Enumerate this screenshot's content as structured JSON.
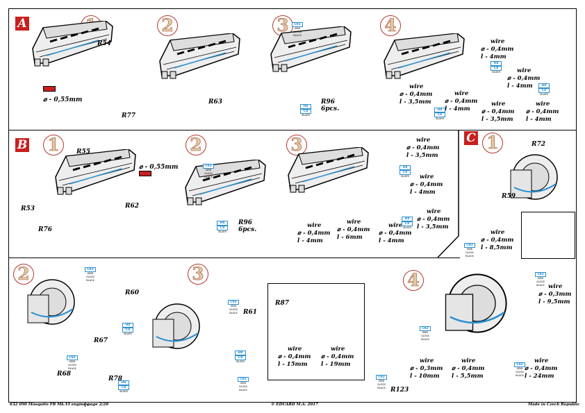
{
  "sections": {
    "A": "A",
    "B": "B",
    "C": "C"
  },
  "steps": {
    "a1": "1",
    "a2": "2",
    "a3": "3",
    "a4": "4",
    "b1": "1",
    "b2": "2",
    "b3": "3",
    "c1": "1",
    "d2": "2",
    "d3": "3",
    "d4": "4"
  },
  "parts": {
    "R54": "R54",
    "R77": "R77",
    "R63": "R63",
    "R96a": "R96",
    "R96a_qty": "6pcs.",
    "R55": "R55",
    "R62": "R62",
    "R53": "R53",
    "R76": "R76",
    "R96b": "R96",
    "R96b_qty": "6pcs.",
    "R72": "R72",
    "R59": "R59",
    "R60": "R60",
    "R67": "R67",
    "R68": "R68",
    "R61": "R61",
    "R78": "R78",
    "R87": "R87",
    "R123": "R123"
  },
  "diameters": {
    "a1": "⌀ - 0,55mm",
    "b1": "⌀ - 0,55mm"
  },
  "wires": [
    {
      "t": "wire",
      "d": "⌀ - 0,4mm",
      "l": "l - 3,5mm"
    },
    {
      "t": "wire",
      "d": "⌀ - 0,4mm",
      "l": "l - 4mm"
    },
    {
      "t": "wire",
      "d": "⌀ - 0,4mm",
      "l": "l - 4mm"
    },
    {
      "t": "wire",
      "d": "⌀ - 0,4mm",
      "l": "l - 4mm"
    },
    {
      "t": "wire",
      "d": "⌀ - 0,4mm",
      "l": "l - 3,5mm"
    },
    {
      "t": "wire",
      "d": "⌀ - 0,4mm",
      "l": "l - 4mm"
    },
    {
      "t": "wire",
      "d": "⌀ - 0,4mm",
      "l": "l - 3,5mm"
    },
    {
      "t": "wire",
      "d": "⌀ - 0,4mm",
      "l": "l - 4mm"
    },
    {
      "t": "wire",
      "d": "⌀ - 0,4mm",
      "l": "l - 3,5mm"
    },
    {
      "t": "wire",
      "d": "⌀ - 0,4mm",
      "l": "l - 4mm"
    },
    {
      "t": "wire",
      "d": "⌀ - 0,4mm",
      "l": "l - 6mm"
    },
    {
      "t": "wire",
      "d": "⌀ - 0,4mm",
      "l": "l - 4mm"
    },
    {
      "t": "wire",
      "d": "⌀ - 0,4mm",
      "l": "l - 15mm"
    },
    {
      "t": "wire",
      "d": "⌀ - 0,4mm",
      "l": "l - 19mm"
    },
    {
      "t": "wire",
      "d": "⌀ - 0,4mm",
      "l": "l - 8,5mm"
    },
    {
      "t": "wire",
      "d": "⌀ - 0,3mm",
      "l": "l - 9,5mm"
    },
    {
      "t": "wire",
      "d": "⌀ - 0,3mm",
      "l": "l - 10mm"
    },
    {
      "t": "wire",
      "d": "⌀ - 0,4mm",
      "l": "l - 5,5mm"
    },
    {
      "t": "wire",
      "d": "⌀ - 0,4mm",
      "l": "l - 24mm"
    }
  ],
  "color_tags": {
    "silver": {
      "code1": "H8",
      "code2": "C8",
      "name": "SILVER"
    },
    "black": {
      "code1": "C92",
      "name": "SEMI GLOSS BLACK"
    }
  },
  "colors": {
    "accent_red": "#c8201e",
    "wire_blue": "#2a8fd0"
  },
  "footer": {
    "product": "632 090 Mosquito FB Mk.VI engines",
    "page": "page 2/20",
    "copyright": "© EDUARD  M.A. 2017",
    "origin": "Made in Czech Republic"
  }
}
